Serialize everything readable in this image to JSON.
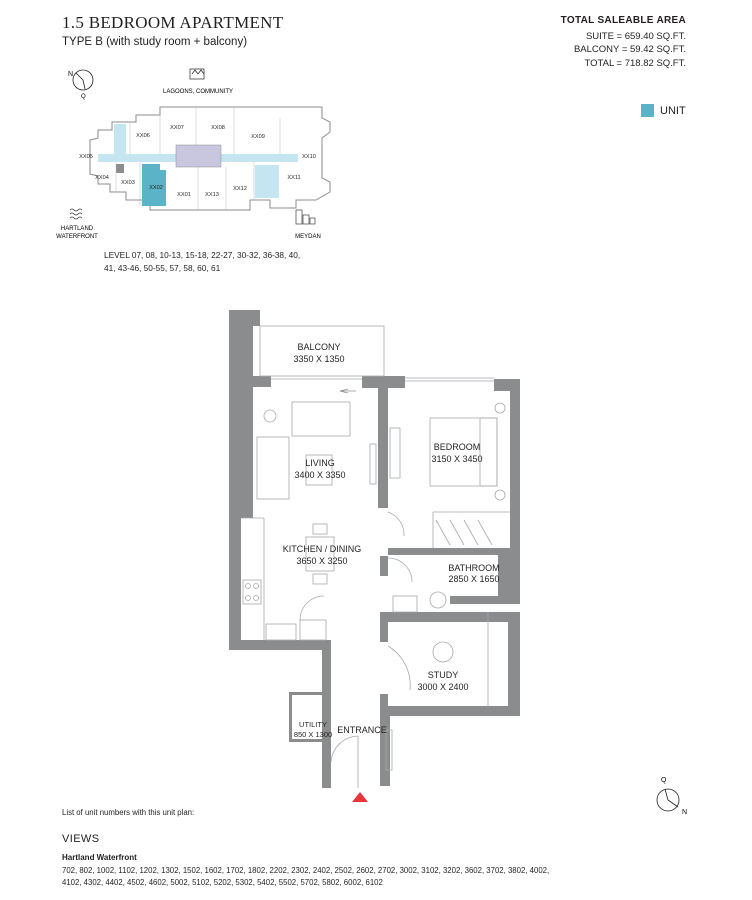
{
  "header": {
    "title": "1.5 BEDROOM APARTMENT",
    "subtitle": "TYPE B (with study room + balcony)"
  },
  "area": {
    "title": "TOTAL SALEABLE AREA",
    "suite": "SUITE = 659.40 SQ.FT.",
    "balcony": "BALCONY = 59.42 SQ.FT.",
    "total": "TOTAL = 718.82 SQ.FT."
  },
  "legend": {
    "label": "UNIT",
    "color": "#5bb3c8"
  },
  "keyplan": {
    "top_landmark": "LAGOONS, COMMUNITY",
    "left_landmark_1": "HARTLAND",
    "left_landmark_2": "WATERFRONT",
    "right_landmark": "MEYDAN",
    "compass_n": "N",
    "compass_q": "Q",
    "units": [
      "XX05",
      "XX06",
      "XX07",
      "XX08",
      "XX09",
      "XX10",
      "XX04",
      "XX03",
      "XX02",
      "XX01",
      "XX13",
      "XX12",
      "XX11"
    ]
  },
  "levels": "LEVEL 07, 08, 10-13, 15-18, 22-27, 30-32, 36-38, 40, 41, 43-46, 50-55, 57, 58, 60, 61",
  "rooms": {
    "balcony": {
      "name": "BALCONY",
      "size": "3350 X 1350"
    },
    "bedroom": {
      "name": "BEDROOM",
      "size": "3150 X 3450"
    },
    "living": {
      "name": "LIVING",
      "size": "3400 X 3350"
    },
    "kitchen": {
      "name": "KITCHEN / DINING",
      "size": "3650 X 3250"
    },
    "bathroom": {
      "name": "BATHROOM",
      "size": "2850 X 1650"
    },
    "study": {
      "name": "STUDY",
      "size": "3000 X 2400"
    },
    "utility": {
      "name": "UTILITY",
      "size": "850 X 1300"
    },
    "entrance": {
      "name": "ENTRANCE"
    }
  },
  "compass": {
    "q": "Q",
    "n": "N"
  },
  "footer": {
    "note": "List of unit numbers with this unit plan:",
    "views_title": "VIEWS",
    "views_sub": "Hartland Waterfront",
    "views_list": "702, 802, 1002, 1102, 1202, 1302, 1502, 1602, 1702, 1802, 2202, 2302, 2402, 2502, 2602, 2702, 3002, 3102, 3202, 3602, 3702, 3802, 4002, 4102, 4302, 4402, 4502, 4602, 5002, 5102, 5202, 5302, 5402, 5502, 5702, 5802, 6002, 6102"
  },
  "colors": {
    "wall": "#8a8c8e",
    "unit": "#5bb3c8",
    "corridor": "#c5e6f0",
    "core": "#c9c6e0"
  }
}
